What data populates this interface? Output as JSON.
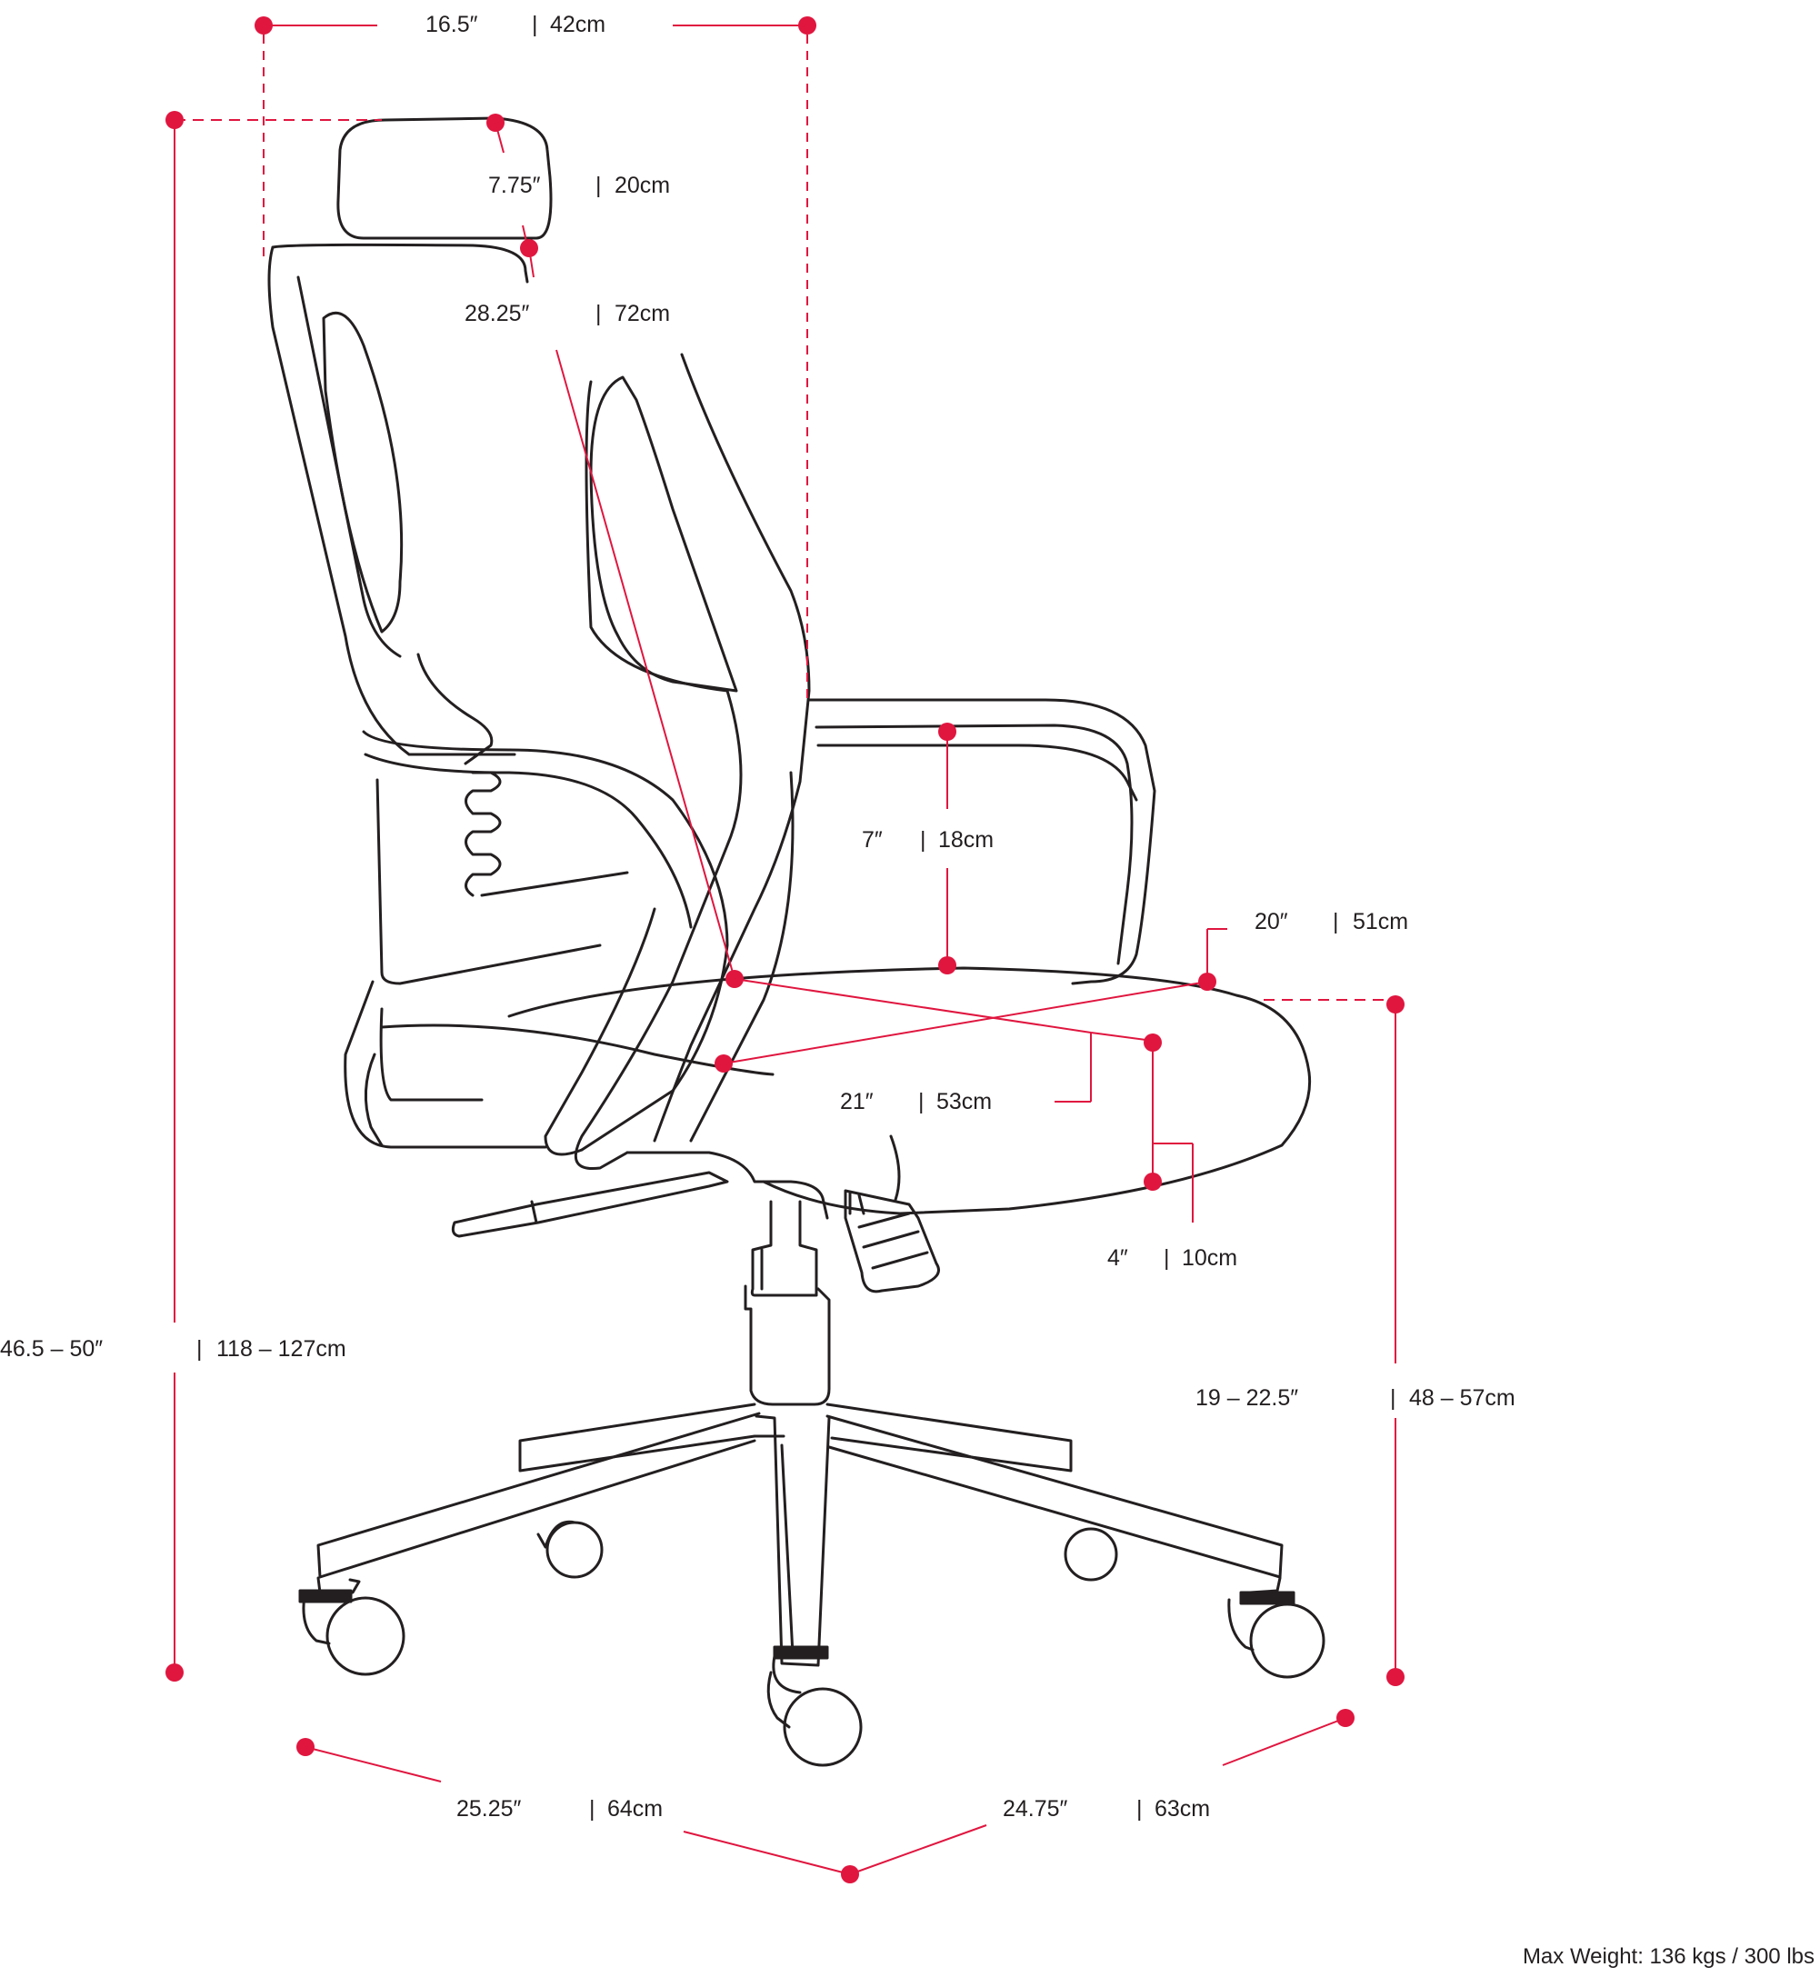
{
  "colors": {
    "line": "#231f20",
    "accent": "#e0163f"
  },
  "dimensions": {
    "width": {
      "imperial": "16.5″",
      "metric": "42cm"
    },
    "headrest": {
      "imperial": "7.75″",
      "metric": "20cm"
    },
    "backrest": {
      "imperial": "28.25″",
      "metric": "72cm"
    },
    "total_height": {
      "imperial": "46.5 – 50″",
      "metric": "118 – 127cm"
    },
    "arm_height": {
      "imperial": "7″",
      "metric": "18cm"
    },
    "seat_width": {
      "imperial": "20″",
      "metric": "51cm"
    },
    "seat_depth": {
      "imperial": "21″",
      "metric": "53cm"
    },
    "seat_thick": {
      "imperial": "4″",
      "metric": "10cm"
    },
    "seat_height": {
      "imperial": "19 – 22.5″",
      "metric": "48 – 57cm"
    },
    "base_left": {
      "imperial": "25.25″",
      "metric": "64cm"
    },
    "base_right": {
      "imperial": "24.75″",
      "metric": "63cm"
    }
  },
  "max_weight": "Max Weight: 136 kgs / 300 lbs"
}
